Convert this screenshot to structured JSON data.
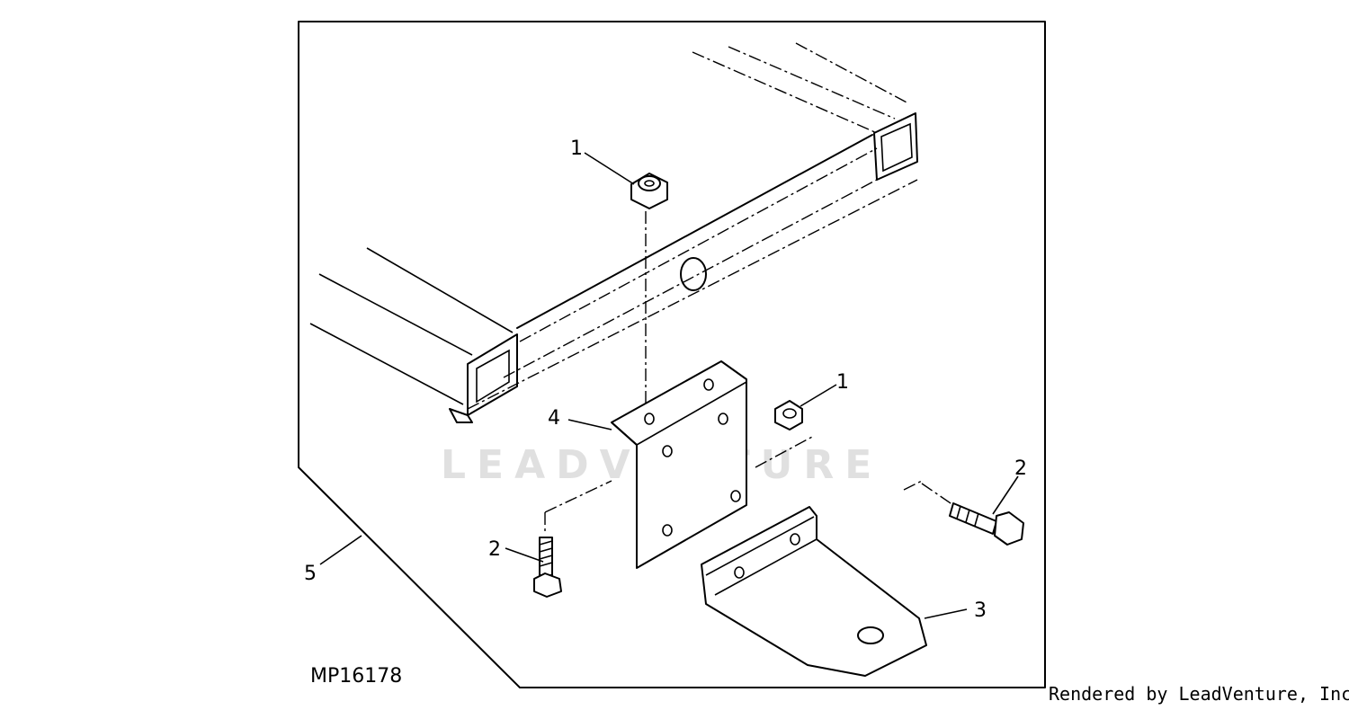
{
  "callouts": {
    "nut_top": "1",
    "nut_right": "1",
    "bolt_left": "2",
    "bolt_right": "2",
    "tow_bracket": "3",
    "mount_bracket": "4",
    "frame": "5"
  },
  "figure_id": "MP16178",
  "watermark": "LEADVENTURE",
  "footer": "Rendered by LeadVenture, Inc."
}
